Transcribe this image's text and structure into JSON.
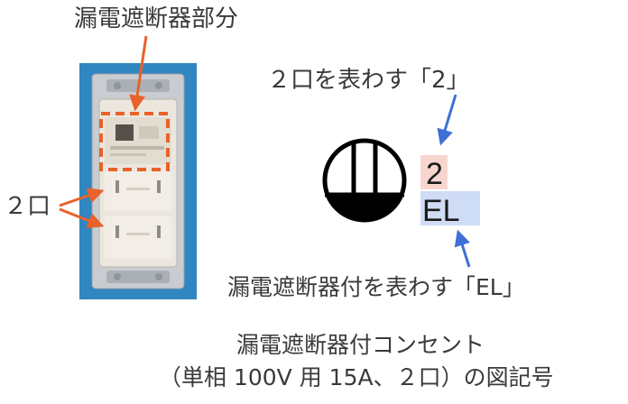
{
  "labels": {
    "breaker_part": "漏電遮断器部分",
    "two_outlets": "２口",
    "two_label_caption": "２口を表わす「2」",
    "el_label_caption": "漏電遮断器付を表わす「EL」",
    "title_line1": "漏電遮断器付コンセント",
    "title_line2": "（単相 100V 用 15A、２口）の図記号"
  },
  "symbol": {
    "count_text": "2",
    "el_text": "EL"
  },
  "colors": {
    "arrow_orange": "#e8622a",
    "arrow_blue": "#3f6fd6",
    "highlight_pink": "#f6d6cf",
    "highlight_blue": "#cfdcf6",
    "photo_background": "#2e86c1",
    "symbol_black": "#000000"
  }
}
